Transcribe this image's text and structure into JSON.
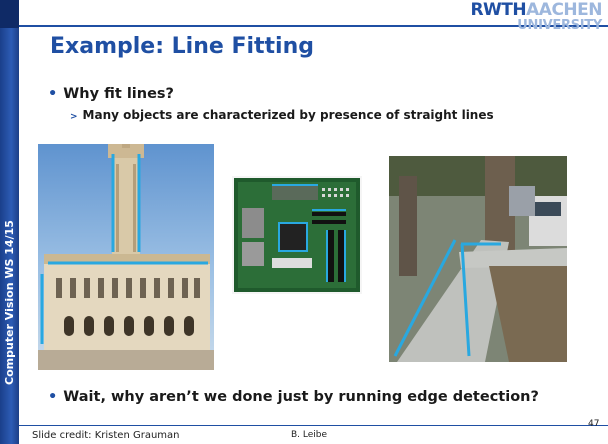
{
  "sidebar": {
    "vertical_text": "Computer Vision WS 14/15"
  },
  "logo": {
    "rwth": "RWTH",
    "aachen": "AACHEN",
    "university": "UNIVERSITY"
  },
  "slide": {
    "title": "Example: Line Fitting",
    "bullet1": "Why fit lines?",
    "bullet1_sub": "Many objects are characterized by presence of straight lines",
    "bullet2": "Wait, why aren’t we done just by running edge detection?",
    "credit": "Slide credit: Kristen Grauman",
    "author": "B. Leibe",
    "page_number": "47"
  },
  "images": [
    {
      "name": "tower-building-photo",
      "icon": "building-with-detected-lines"
    },
    {
      "name": "circuit-board-photo",
      "icon": "circuit-board-with-detected-lines"
    },
    {
      "name": "sidewalk-photo",
      "icon": "sidewalk-with-detected-lines"
    }
  ],
  "colors": {
    "accent": "#1f4fa3",
    "line_overlay": "#29a8e0",
    "logo_light": "#9db7dd"
  }
}
